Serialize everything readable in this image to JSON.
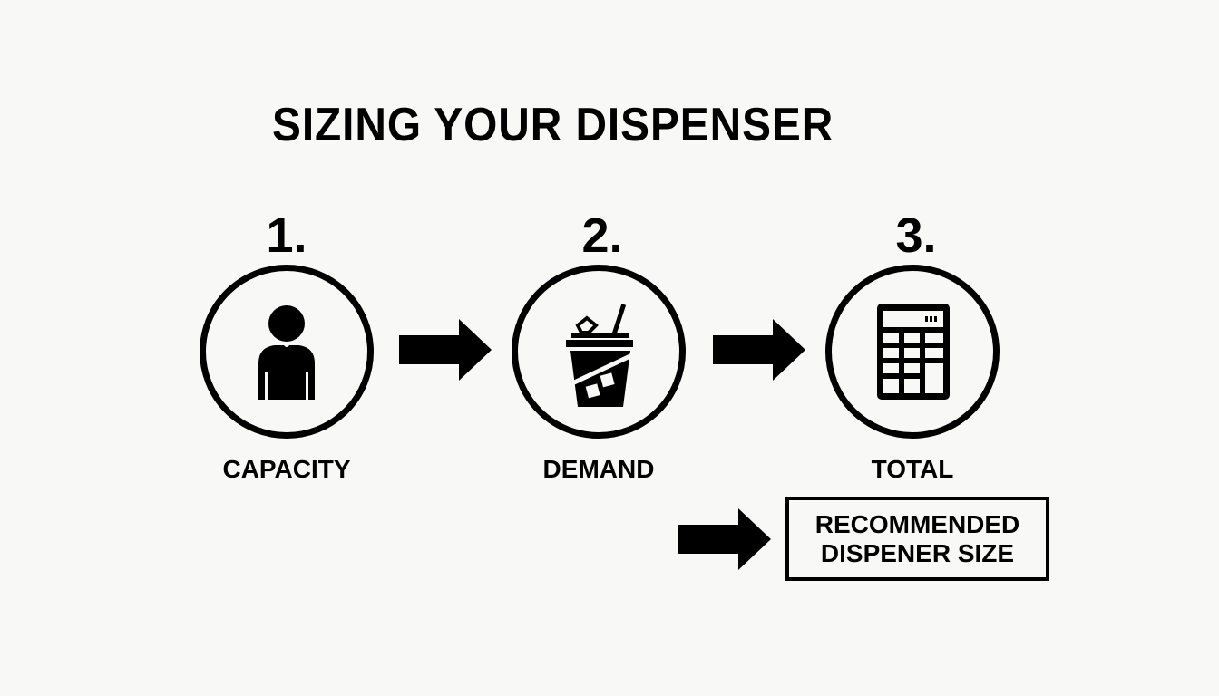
{
  "title": "SIZING YOUR DISPENSER",
  "steps": [
    {
      "number": "1.",
      "label": "CAPACITY",
      "icon": "person-icon"
    },
    {
      "number": "2.",
      "label": "DEMAND",
      "icon": "iced-drink-cup-icon"
    },
    {
      "number": "3.",
      "label": "TOTAL",
      "icon": "calculator-icon"
    }
  ],
  "result": {
    "line1": "RECOMMENDED",
    "line2": "DISPENER SIZE"
  },
  "colors": {
    "foreground": "#000000",
    "background": "#f8f8f7"
  }
}
